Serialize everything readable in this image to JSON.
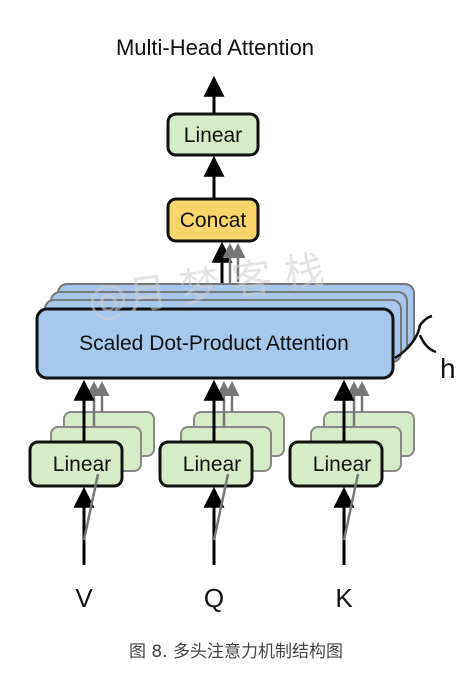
{
  "diagram": {
    "output_label": "Multi-Head Attention",
    "top_linear_label": "Linear",
    "concat_label": "Concat",
    "attention_label": "Scaled Dot-Product Attention",
    "heads_label": "h",
    "input_linear_labels": [
      "Linear",
      "Linear",
      "Linear"
    ],
    "input_labels": [
      "V",
      "Q",
      "K"
    ],
    "watermark": "@月 梦 客 栈",
    "colors": {
      "linear_fill": "#d6ecc8",
      "concat_fill": "#fbd46b",
      "attention_fill": "#a7c8ea",
      "stroke": "#111111",
      "arrow": "#000000"
    }
  },
  "caption": "图 8. 多头注意力机制结构图"
}
